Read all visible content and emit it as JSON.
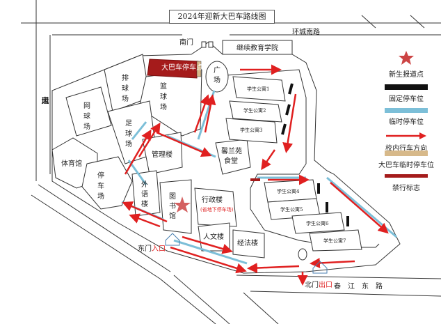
{
  "title": "2024年迎新大巴车路线图",
  "roads": {
    "north": "环城南路",
    "south": "春　江　东　路",
    "west": [
      "风",
      "川",
      "大",
      "道"
    ]
  },
  "gates": {
    "south_gate": "南门",
    "east_gate_prefix": "东门",
    "east_gate_suffix": "入口",
    "north_gate_prefix": "北门",
    "north_gate_suffix": "出口"
  },
  "buildings": {
    "continuing_edu": "继续教育学院",
    "bus_stop": "大巴车停车点",
    "volleyball": [
      "排",
      "球",
      "场"
    ],
    "basketball": [
      "篮",
      "球",
      "场"
    ],
    "tennis": [
      "网",
      "球",
      "场"
    ],
    "football": [
      "足",
      "球",
      "场"
    ],
    "gym": "体育馆",
    "parking": [
      "停",
      "车",
      "场"
    ],
    "admin": "管理楼",
    "foreign": [
      "外",
      "语",
      "楼"
    ],
    "library": [
      "图",
      "书",
      "馆"
    ],
    "admin_bldg": "行政楼",
    "admin_note": "(省地下停车场)",
    "humanities": "人文楼",
    "law": "经法楼",
    "canteen": [
      "馨兰苑",
      "食堂"
    ],
    "plaza": [
      "广",
      "场"
    ],
    "dorms": [
      "学生公寓1",
      "学生公寓2",
      "学生公寓3",
      "学生公寓4",
      "学生公寓5",
      "学生公寓6",
      "学生公寓7"
    ]
  },
  "legend": {
    "report": "新生报道点",
    "fixed": "固定停车位",
    "temp": "临时停车位",
    "direction": "校内行车方向",
    "bus_temp": "大巴车临时停车位",
    "forbidden": "禁行标志"
  },
  "colors": {
    "red": "#e02020",
    "blue": "#7cbfd8",
    "black": "#111111",
    "tan": "#d7b98a",
    "bus_fill": "#a51b1b"
  },
  "icons": {
    "report": "star-icon",
    "gate": "gate-icon"
  }
}
